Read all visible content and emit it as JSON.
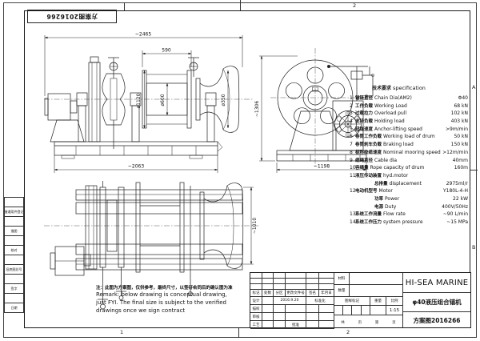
{
  "frame": {
    "zone_top_right": "2",
    "zone_bottom_left": "1",
    "zone_bottom_right": "2",
    "zone_a": "A",
    "zone_b": "B",
    "corner_no": "方案图2016266"
  },
  "margin_strip": {
    "items": [
      "借通用件登记",
      "描图",
      "校对",
      "旧底图总号",
      "签字",
      "日期"
    ]
  },
  "views": {
    "front": {
      "dims": {
        "overall_width": "~2465",
        "drum_width": "590",
        "flange_dia": "ø1120",
        "barrel_dia": "ø600",
        "head_dia": "ø350",
        "base_width": "~2063"
      }
    },
    "side": {
      "dims": {
        "height": "~1306",
        "base_width": "~1198"
      }
    },
    "plan": {
      "dims": {
        "depth": "~1010"
      }
    }
  },
  "spec": {
    "title_zh": "技术要求",
    "title_en": "specification",
    "items": [
      {
        "no": "1",
        "zh": "锚链直径",
        "en": "Chain Dia(AM2)",
        "value": "Φ40"
      },
      {
        "no": "2",
        "zh": "工作负载",
        "en": "Working Load",
        "value": "68 kN"
      },
      {
        "no": "3",
        "zh": "过载拉力",
        "en": "Overload pull",
        "value": "102 kN"
      },
      {
        "no": "4",
        "zh": "支持负载",
        "en": "Holding load",
        "value": "403 kN"
      },
      {
        "no": "5",
        "zh": "起锚速度",
        "en": "Anchor-lifting speed",
        "value": ">9m/min"
      },
      {
        "no": "6",
        "zh": "卷筒工作负载",
        "en": "Working load of drum",
        "value": "50 kN"
      },
      {
        "no": "7",
        "zh": "卷筒刹车负载",
        "en": "Braking load",
        "value": "150 kN"
      },
      {
        "no": "8",
        "zh": "标称绞缆速度",
        "en": "Nominal mooring speed",
        "value": ">12m/min"
      },
      {
        "no": "9",
        "zh": "缆绳直径",
        "en": "Cable dia",
        "value": "40mm"
      },
      {
        "no": "10",
        "zh": "容绳量",
        "en": "Rope capacity of drum",
        "value": "160m"
      },
      {
        "no": "11",
        "zh": "液压传动装置",
        "en": "hyd.motor",
        "value": ""
      },
      {
        "cls": "sub",
        "no": "",
        "zh": "总排量",
        "en": "displacement",
        "value": "2975ml/r"
      },
      {
        "no": "12",
        "zh": "电动机型号",
        "en": "Motor",
        "value": "Y180L-4-H"
      },
      {
        "cls": "sub",
        "no": "",
        "zh": "功率",
        "en": "Power",
        "value": "22 kW"
      },
      {
        "cls": "sub",
        "no": "",
        "zh": "电源",
        "en": "Duty",
        "value": "400V/50Hz"
      },
      {
        "no": "13",
        "zh": "系统工作流量",
        "en": "Flow rate",
        "value": "~90 L/min"
      },
      {
        "no": "14",
        "zh": "系统工作压力",
        "en": "system pressure",
        "value": "~15 MPa"
      }
    ]
  },
  "remark": {
    "zh": "注：此图为方案图，仅供参考，最终尺寸，以签订合同后的确认图为准",
    "en1": "Remark: below drawing is conceptual drawing,",
    "en2": "just FYI. The final size is subject to the verified",
    "en3": "drawings once we sign contract"
  },
  "titleblock": {
    "company": "HI-SEA MARINE",
    "product": "φ40液压组合锚机",
    "drawing_no": "方案图2016266",
    "material_label": "材料",
    "qty_label": "数量",
    "mark_label": "图样标记",
    "weight_label": "重量",
    "scale_label": "比例",
    "scale": "1:15",
    "sheets": {
      "total_label": "共",
      "page_label": "页",
      "no_label": "第",
      "page2_label": "页"
    },
    "rev_header": [
      "标记",
      "处数",
      "分区",
      "更改文件号",
      "签名",
      "年月日"
    ],
    "rows": {
      "design": "设计",
      "design_date": "2016.9.20",
      "standardization": "标准化",
      "trace": "描校",
      "check": "审核",
      "process": "工艺",
      "approve": "批准"
    }
  }
}
